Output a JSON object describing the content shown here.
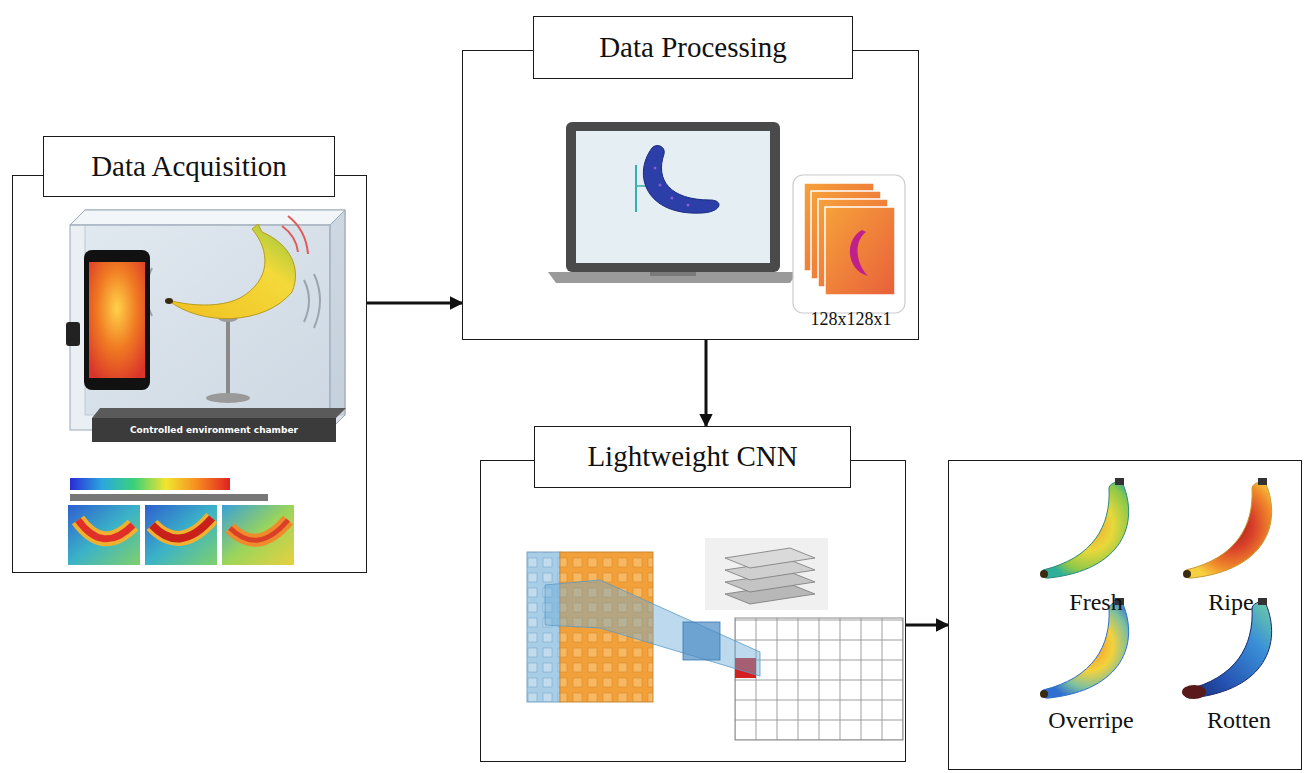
{
  "diagram": {
    "nodes": [
      {
        "text": [
          "Data Acquisition"
        ]
      },
      {
        "text": [
          "Data Processing",
          "128x128x1"
        ]
      },
      {
        "text": [
          "Lightweight CNN"
        ]
      },
      {
        "text": [
          "Fresh",
          "Ripe",
          "Overripe",
          "Rotten"
        ]
      }
    ],
    "edges": [
      {
        "from": 0,
        "to": 1,
        "arrow": "to"
      },
      {
        "from": 1,
        "to": 2,
        "arrow": "to"
      },
      {
        "from": 2,
        "to": 3,
        "arrow": "to"
      }
    ],
    "labels": [
      "Controlled environment chamber"
    ]
  }
}
